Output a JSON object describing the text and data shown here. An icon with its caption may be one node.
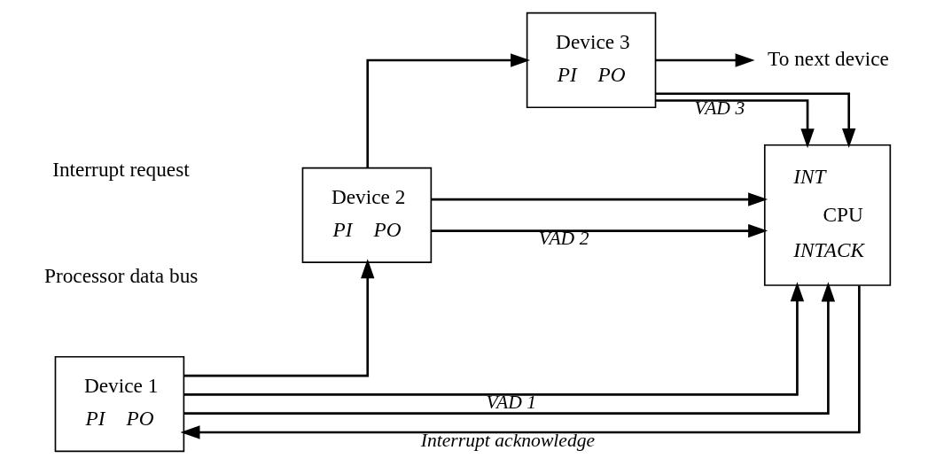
{
  "diagram": {
    "nodes": [
      {
        "text": [
          "Device 1",
          "PI",
          "PO"
        ]
      },
      {
        "text": [
          "Device 2",
          "PI",
          "PO"
        ]
      },
      {
        "text": [
          "Device 3",
          "PI",
          "PO"
        ]
      },
      {
        "text": [
          "To next device"
        ]
      },
      {
        "text": [
          "INT",
          "CPU",
          "INTACK"
        ]
      }
    ],
    "edges": [
      {
        "from": 0,
        "to": 1,
        "arrow": "to"
      },
      {
        "from": 1,
        "to": 2,
        "arrow": "to"
      },
      {
        "from": 2,
        "to": 3,
        "arrow": "to"
      },
      {
        "from": 0,
        "to": 4,
        "arrow": "to",
        "label": "VAD 1"
      },
      {
        "from": 1,
        "to": 4,
        "arrow": "to",
        "label": "VAD 2"
      },
      {
        "from": 2,
        "to": 4,
        "arrow": "to",
        "label": "VAD 3"
      },
      {
        "from": 0,
        "to": 4,
        "arrow": "to"
      },
      {
        "from": 1,
        "to": 4,
        "arrow": "to"
      },
      {
        "from": 2,
        "to": 4,
        "arrow": "to"
      },
      {
        "from": 4,
        "to": 0,
        "arrow": "to",
        "label": "Interrupt acknowledge"
      }
    ],
    "labels": [
      "Processor data bus",
      "Interrupt request"
    ]
  }
}
